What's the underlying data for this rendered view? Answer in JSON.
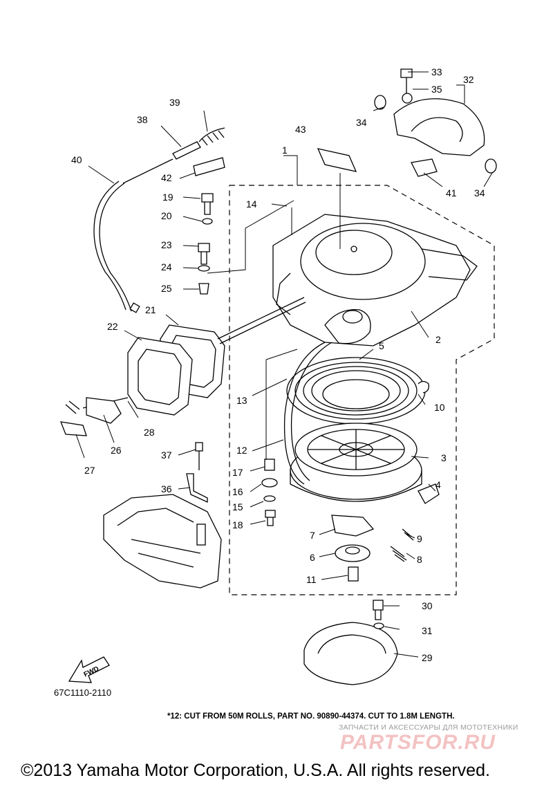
{
  "diagram": {
    "code": "67C1110-2110",
    "fwd_label": "FWD",
    "callouts": [
      {
        "id": "n1",
        "text": "1"
      },
      {
        "id": "n2",
        "text": "2"
      },
      {
        "id": "n3",
        "text": "3"
      },
      {
        "id": "n4",
        "text": "4"
      },
      {
        "id": "n5",
        "text": "5"
      },
      {
        "id": "n6",
        "text": "6"
      },
      {
        "id": "n7",
        "text": "7"
      },
      {
        "id": "n8",
        "text": "8"
      },
      {
        "id": "n9",
        "text": "9"
      },
      {
        "id": "n10",
        "text": "10"
      },
      {
        "id": "n11",
        "text": "11"
      },
      {
        "id": "n12",
        "text": "12"
      },
      {
        "id": "n13",
        "text": "13"
      },
      {
        "id": "n14",
        "text": "14"
      },
      {
        "id": "n15",
        "text": "15"
      },
      {
        "id": "n16",
        "text": "16"
      },
      {
        "id": "n17",
        "text": "17"
      },
      {
        "id": "n18",
        "text": "18"
      },
      {
        "id": "n19",
        "text": "19"
      },
      {
        "id": "n20",
        "text": "20"
      },
      {
        "id": "n21",
        "text": "21"
      },
      {
        "id": "n22",
        "text": "22"
      },
      {
        "id": "n23",
        "text": "23"
      },
      {
        "id": "n24",
        "text": "24"
      },
      {
        "id": "n25",
        "text": "25"
      },
      {
        "id": "n26",
        "text": "26"
      },
      {
        "id": "n27",
        "text": "27"
      },
      {
        "id": "n28",
        "text": "28"
      },
      {
        "id": "n29",
        "text": "29"
      },
      {
        "id": "n30",
        "text": "30"
      },
      {
        "id": "n31",
        "text": "31"
      },
      {
        "id": "n32",
        "text": "32"
      },
      {
        "id": "n33",
        "text": "33"
      },
      {
        "id": "n34a",
        "text": "34"
      },
      {
        "id": "n34b",
        "text": "34"
      },
      {
        "id": "n35",
        "text": "35"
      },
      {
        "id": "n36",
        "text": "36"
      },
      {
        "id": "n37",
        "text": "37"
      },
      {
        "id": "n38",
        "text": "38"
      },
      {
        "id": "n39",
        "text": "39"
      },
      {
        "id": "n40",
        "text": "40"
      },
      {
        "id": "n41",
        "text": "41"
      },
      {
        "id": "n42",
        "text": "42"
      },
      {
        "id": "n43",
        "text": "43"
      }
    ]
  },
  "footnote": "*12: CUT FROM 50M ROLLS, PART NO. 90890-44374. CUT TO 1.8M LENGTH.",
  "watermark": {
    "tagline": "ЗАПЧАСТИ И АКСЕССУАРЫ ДЛЯ МОТОТЕХНИКИ",
    "logo": "PARTSFOR.RU"
  },
  "copyright": "©2013 Yamaha Motor Corporation, U.S.A. All rights reserved."
}
